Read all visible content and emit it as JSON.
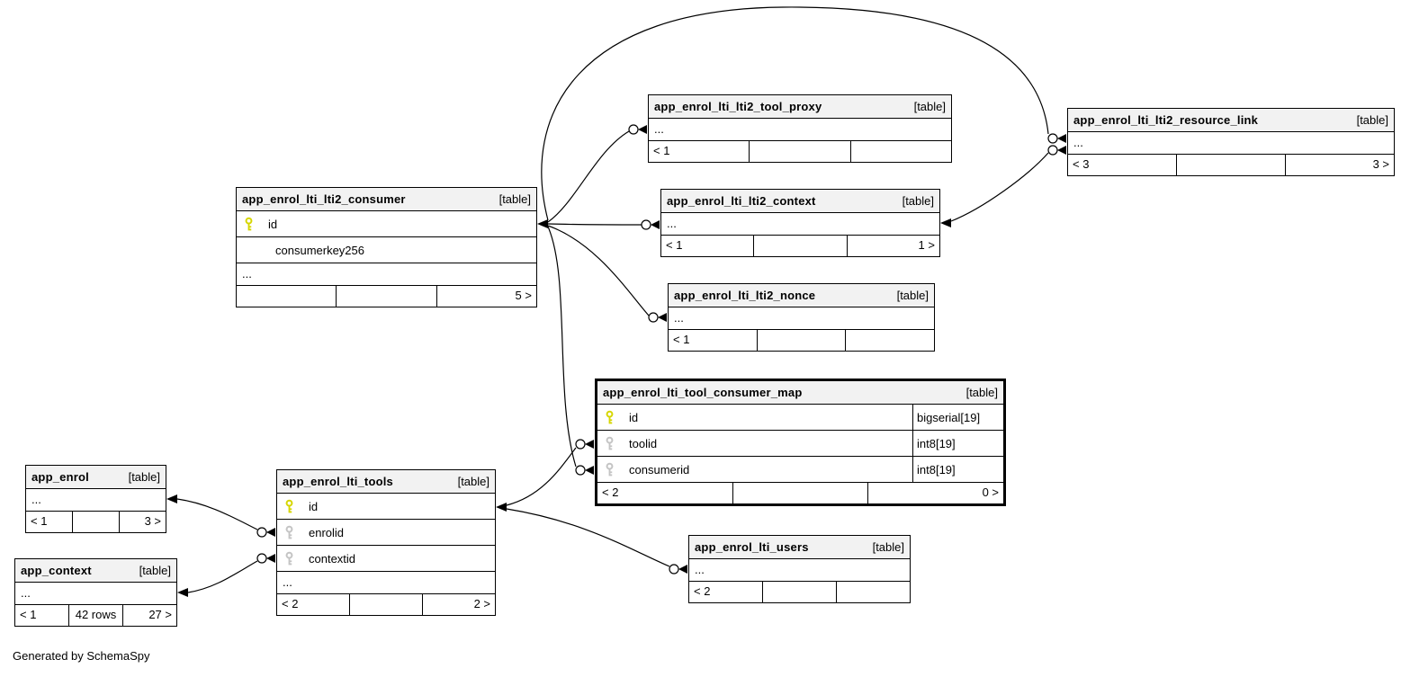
{
  "footer_note": "Generated by SchemaSpy",
  "colors": {
    "header_bg": "#f2f2f2",
    "primary_key": "#d6d600",
    "foreign_key": "#c4c4c4",
    "border": "#000000"
  },
  "tables": {
    "consumer": {
      "name": "app_enrol_lti_lti2_consumer",
      "badge": "[table]",
      "columns": [
        {
          "name": "id",
          "key": "primary"
        },
        {
          "name": "consumerkey256",
          "key": "none"
        }
      ],
      "ellipsis": "...",
      "footer": [
        "",
        "",
        "5 >"
      ]
    },
    "tool_proxy": {
      "name": "app_enrol_lti_lti2_tool_proxy",
      "badge": "[table]",
      "ellipsis": "...",
      "footer": [
        "< 1",
        "",
        ""
      ]
    },
    "resource_link": {
      "name": "app_enrol_lti_lti2_resource_link",
      "badge": "[table]",
      "ellipsis": "...",
      "footer": [
        "< 3",
        "",
        "3 >"
      ]
    },
    "context": {
      "name": "app_enrol_lti_lti2_context",
      "badge": "[table]",
      "ellipsis": "...",
      "footer": [
        "< 1",
        "",
        "1 >"
      ]
    },
    "nonce": {
      "name": "app_enrol_lti_lti2_nonce",
      "badge": "[table]",
      "ellipsis": "...",
      "footer": [
        "< 1",
        "",
        ""
      ]
    },
    "map": {
      "name": "app_enrol_lti_tool_consumer_map",
      "badge": "[table]",
      "columns": [
        {
          "name": "id",
          "type": "bigserial[19]",
          "key": "primary"
        },
        {
          "name": "toolid",
          "type": "int8[19]",
          "key": "foreign"
        },
        {
          "name": "consumerid",
          "type": "int8[19]",
          "key": "foreign"
        }
      ],
      "footer": [
        "< 2",
        "",
        "0 >"
      ]
    },
    "enrol": {
      "name": "app_enrol",
      "badge": "[table]",
      "ellipsis": "...",
      "footer": [
        "< 1",
        "",
        "3 >"
      ]
    },
    "app_context": {
      "name": "app_context",
      "badge": "[table]",
      "ellipsis": "...",
      "footer": [
        "< 1",
        "42 rows",
        "27 >"
      ]
    },
    "tools": {
      "name": "app_enrol_lti_tools",
      "badge": "[table]",
      "columns": [
        {
          "name": "id",
          "key": "primary"
        },
        {
          "name": "enrolid",
          "key": "foreign"
        },
        {
          "name": "contextid",
          "key": "foreign"
        }
      ],
      "ellipsis": "...",
      "footer": [
        "< 2",
        "",
        "2 >"
      ]
    },
    "users": {
      "name": "app_enrol_lti_users",
      "badge": "[table]",
      "ellipsis": "...",
      "footer": [
        "< 2",
        "",
        ""
      ]
    }
  },
  "relationships": [
    {
      "parent": "app_enrol_lti_lti2_consumer.id",
      "child": "app_enrol_lti_lti2_tool_proxy"
    },
    {
      "parent": "app_enrol_lti_lti2_consumer.id",
      "child": "app_enrol_lti_lti2_resource_link"
    },
    {
      "parent": "app_enrol_lti_lti2_consumer.id",
      "child": "app_enrol_lti_lti2_context"
    },
    {
      "parent": "app_enrol_lti_lti2_consumer.id",
      "child": "app_enrol_lti_lti2_nonce"
    },
    {
      "parent": "app_enrol_lti_lti2_consumer.id",
      "child": "app_enrol_lti_tool_consumer_map.consumerid"
    },
    {
      "parent": "app_enrol_lti_lti2_context",
      "child": "app_enrol_lti_lti2_resource_link"
    },
    {
      "parent": "app_enrol_lti_tools.id",
      "child": "app_enrol_lti_tool_consumer_map.toolid"
    },
    {
      "parent": "app_enrol_lti_tools.id",
      "child": "app_enrol_lti_users"
    },
    {
      "parent": "app_enrol",
      "child": "app_enrol_lti_tools.enrolid"
    },
    {
      "parent": "app_context",
      "child": "app_enrol_lti_tools.contextid"
    }
  ]
}
